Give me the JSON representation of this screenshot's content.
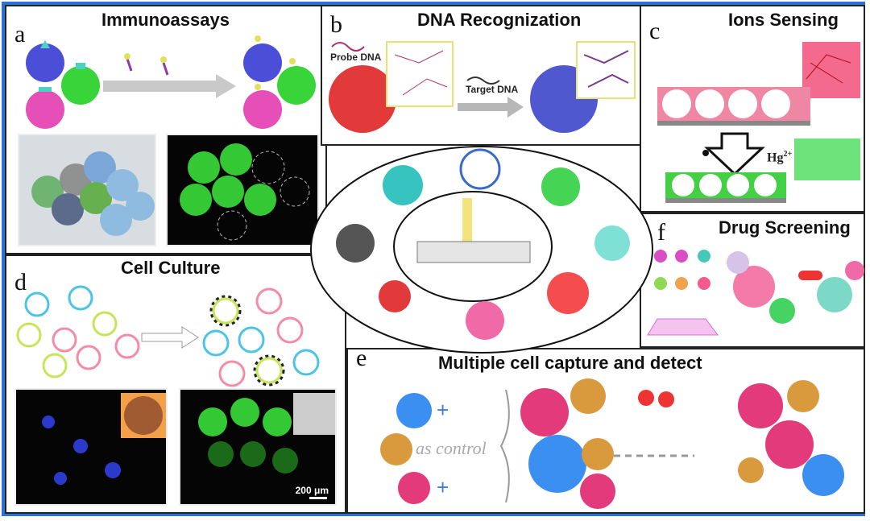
{
  "panels": {
    "a": {
      "letter": "a",
      "title": "Immunoassays"
    },
    "b": {
      "letter": "b",
      "title": "DNA Recognization",
      "probe": "Probe DNA",
      "target": "Target DNA"
    },
    "c": {
      "letter": "c",
      "title": "Ions Sensing",
      "ion": "Hg",
      "ion_charge": "2+"
    },
    "d": {
      "letter": "d",
      "title": "Cell Culture",
      "scale": "200 μm"
    },
    "e": {
      "letter": "e",
      "title": "Multiple cell capture and detect",
      "control": "as control"
    },
    "f": {
      "letter": "f",
      "title": "Drug Screening"
    }
  },
  "colors": {
    "frame": "#2a72d8",
    "green": "#39d43a",
    "pink": "#f06aa8",
    "blue": "#4b4fd8",
    "teal": "#6ad6cf"
  }
}
